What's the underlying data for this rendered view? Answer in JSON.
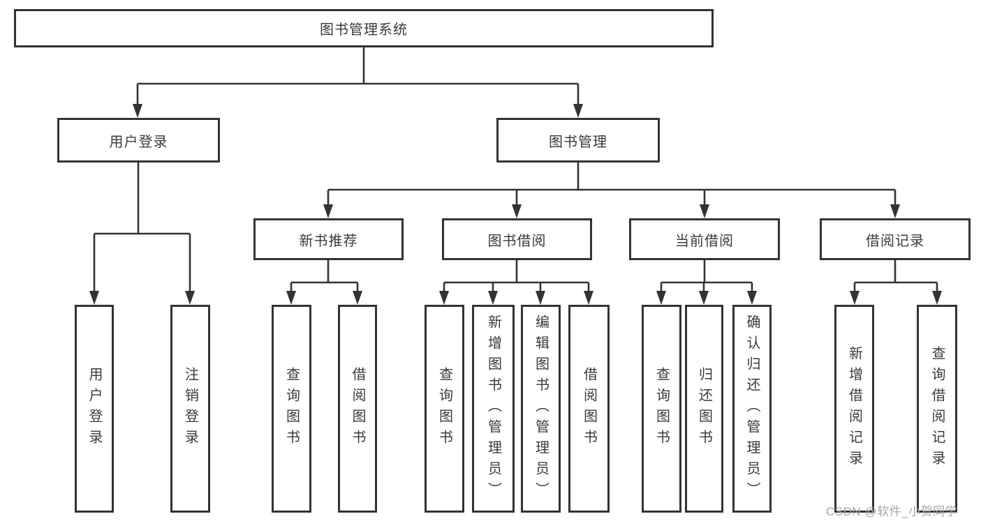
{
  "colors": {
    "line": "#333333",
    "text": "#3a3a3a",
    "watermark": "#a6a6a6",
    "background": "#ffffff"
  },
  "tree": {
    "root": {
      "label": "图书管理系统"
    },
    "login_branch": {
      "label": "用户登录",
      "leaves": [
        "用户登录",
        "注销登录"
      ]
    },
    "management_branch": {
      "label": "图书管理",
      "groups": [
        {
          "label": "新书推荐",
          "leaves": [
            "查询图书",
            "借阅图书"
          ]
        },
        {
          "label": "图书借阅",
          "leaves": [
            "查询图书",
            "新增图书（管理员）",
            "编辑图书（管理员）",
            "借阅图书"
          ]
        },
        {
          "label": "当前借阅",
          "leaves": [
            "查询图书",
            "归还图书",
            "确认归还（管理员）"
          ]
        },
        {
          "label": "借阅记录",
          "leaves": [
            "新增借阅记录",
            "查询借阅记录"
          ]
        }
      ]
    }
  },
  "watermark": {
    "text": "CSDN @软件_小贺同学"
  }
}
